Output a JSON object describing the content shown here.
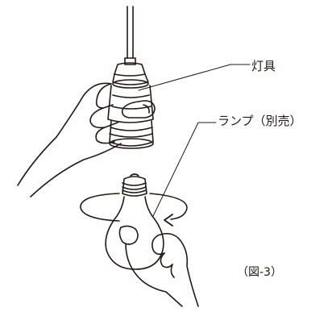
{
  "labels": {
    "fixture": "灯具",
    "bulb": "ランプ（別売）",
    "figure": "（図-3）"
  }
}
